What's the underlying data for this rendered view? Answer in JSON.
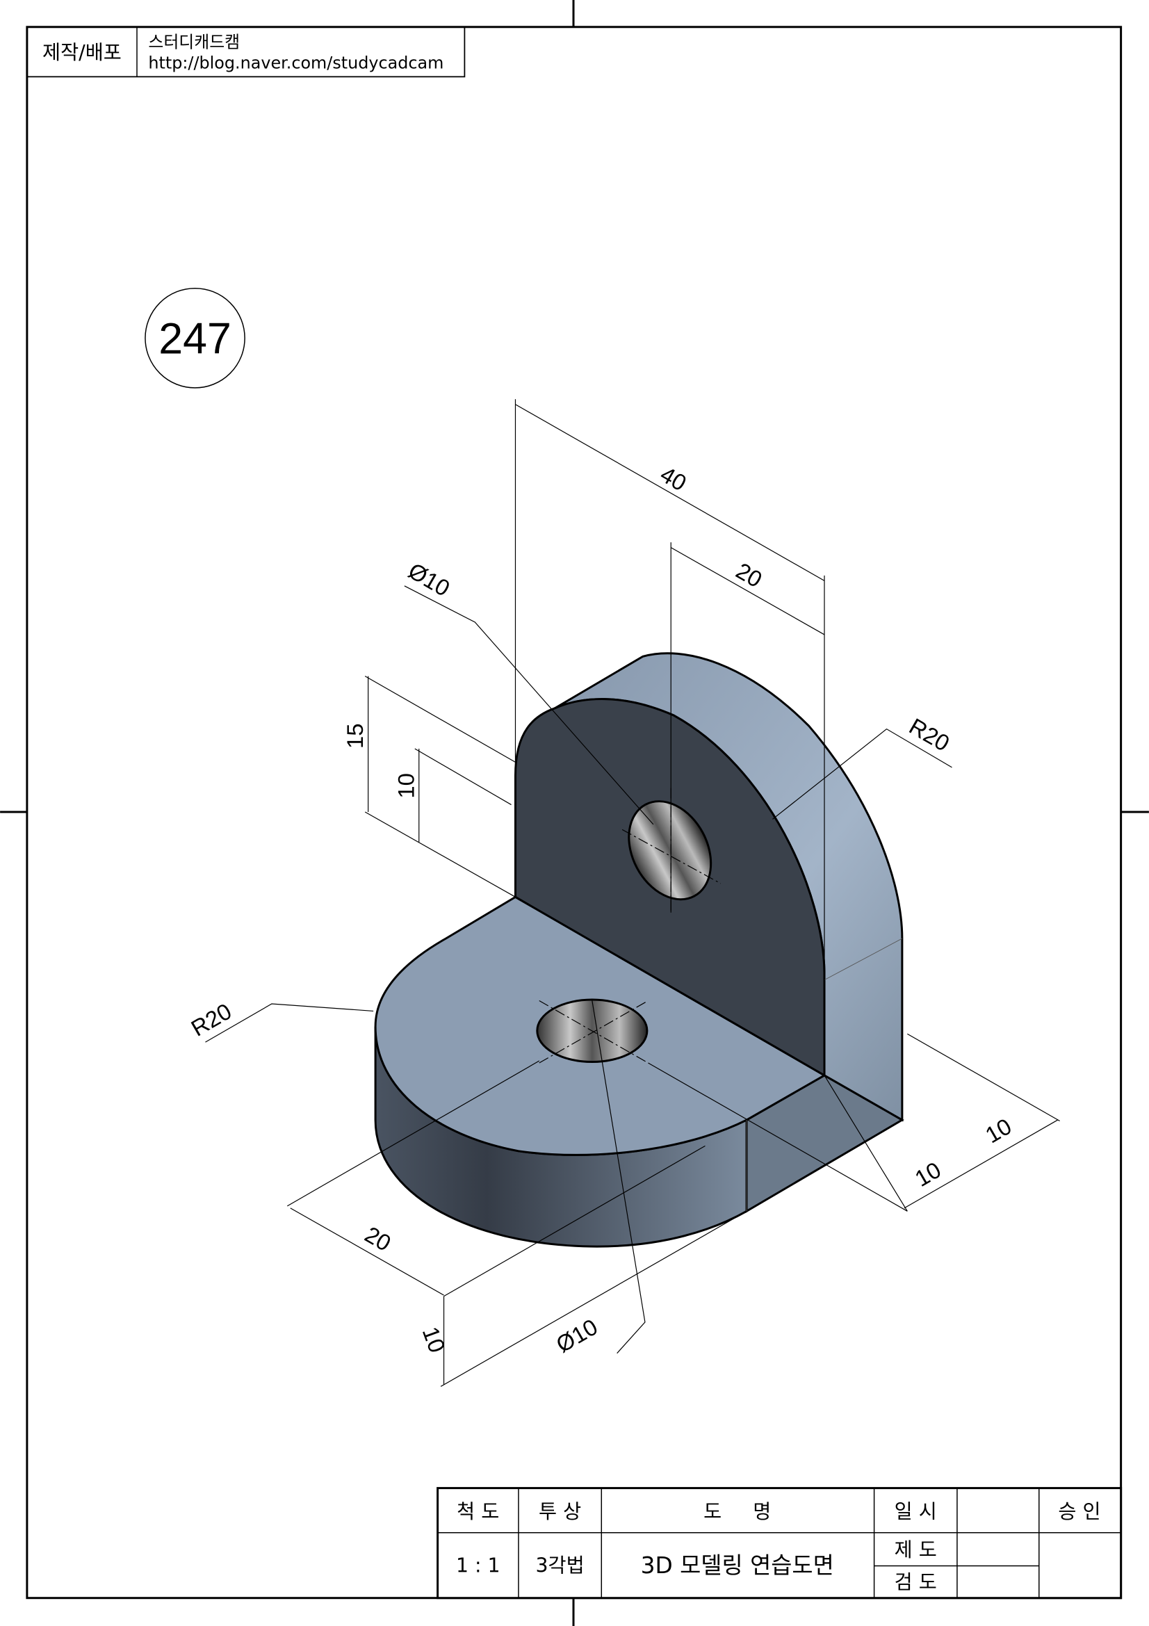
{
  "header": {
    "label": "제작/배포",
    "author": "스터디캐드캠",
    "url": "http://blog.naver.com/studycadcam"
  },
  "drawing_number": "247",
  "dimensions": {
    "overall_width": "40",
    "hole_offset": "20",
    "upright_hole_dia": "Ø10",
    "upright_radius": "R20",
    "plate_height_15": "15",
    "hole_height_10": "10",
    "base_radius": "R20",
    "base_length_20": "20",
    "base_thickness_10": "10",
    "base_hole_dia": "Ø10",
    "plate_thickness_10": "10",
    "base_depth_10": "10"
  },
  "colors": {
    "front_face": "#3a414b",
    "top_face": "#8c9db2",
    "light_face": "#9fb1c6",
    "side_face": "#6b7a8b"
  },
  "title_block": {
    "scale_label": "척 도",
    "projection_label": "투 상",
    "name_label": "도     명",
    "date_label": "일 시",
    "approval_label": "승 인",
    "scale_value": "1 : 1",
    "projection_value": "3각법",
    "name_value": "3D 모델링 연습도면",
    "drawn_label": "제 도",
    "checked_label": "검 도"
  }
}
